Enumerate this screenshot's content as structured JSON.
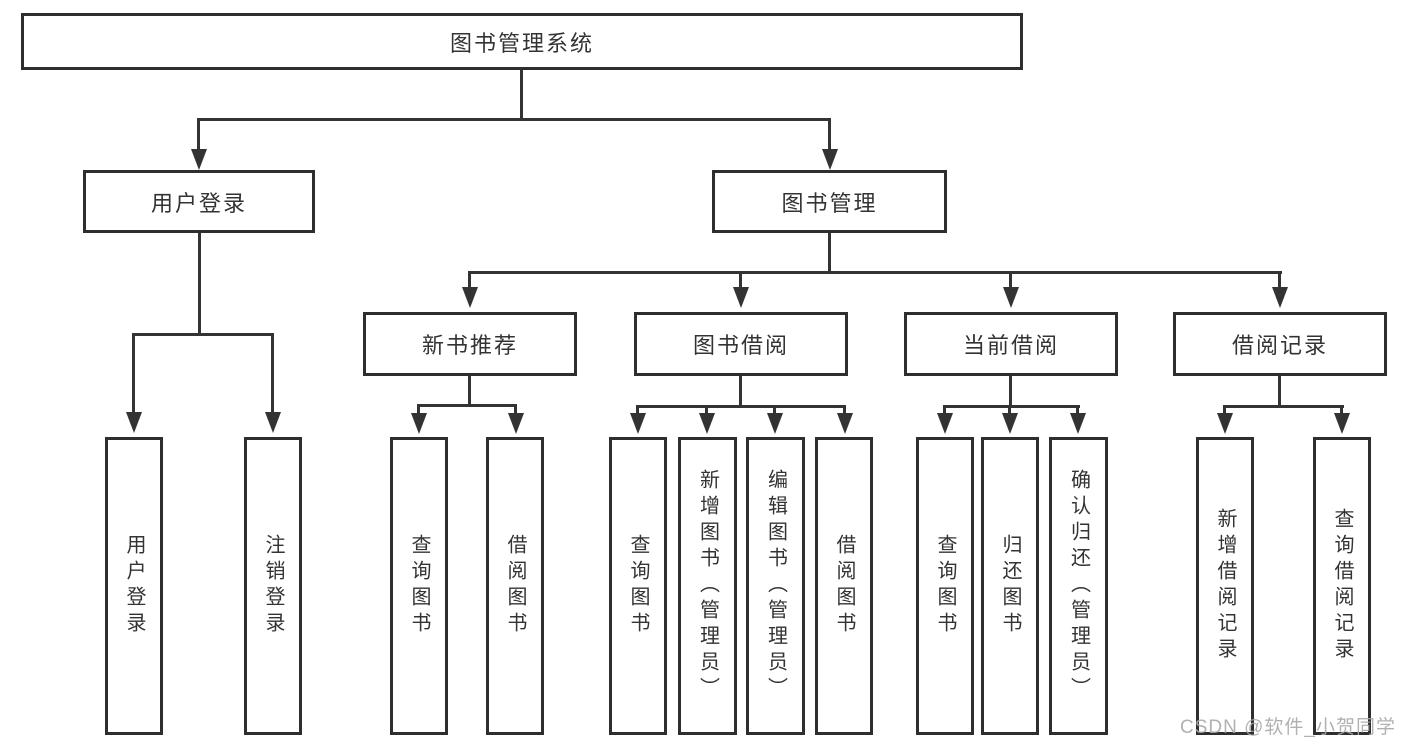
{
  "diagram": {
    "root": "图书管理系统",
    "l2": {
      "login": "用户登录",
      "mgmt": "图书管理"
    },
    "l3": {
      "rec": "新书推荐",
      "borrow": "图书借阅",
      "current": "当前借阅",
      "records": "借阅记录"
    },
    "leaves": {
      "login1": "用户登录",
      "logout": "注销登录",
      "rec1": "查询图书",
      "rec2": "借阅图书",
      "bor1": "查询图书",
      "bor2": "新增图书（管理员）",
      "bor3": "编辑图书（管理员）",
      "bor4": "借阅图书",
      "cur1": "查询图书",
      "cur2": "归还图书",
      "cur3": "确认归还（管理员）",
      "recd1": "新增借阅记录",
      "recd2": "查询借阅记录"
    },
    "colors": {
      "line": "#333333",
      "border": "#2e2e2e",
      "watermark": "#a8a8a8"
    },
    "watermark": "CSDN @软件_小贺同学"
  }
}
